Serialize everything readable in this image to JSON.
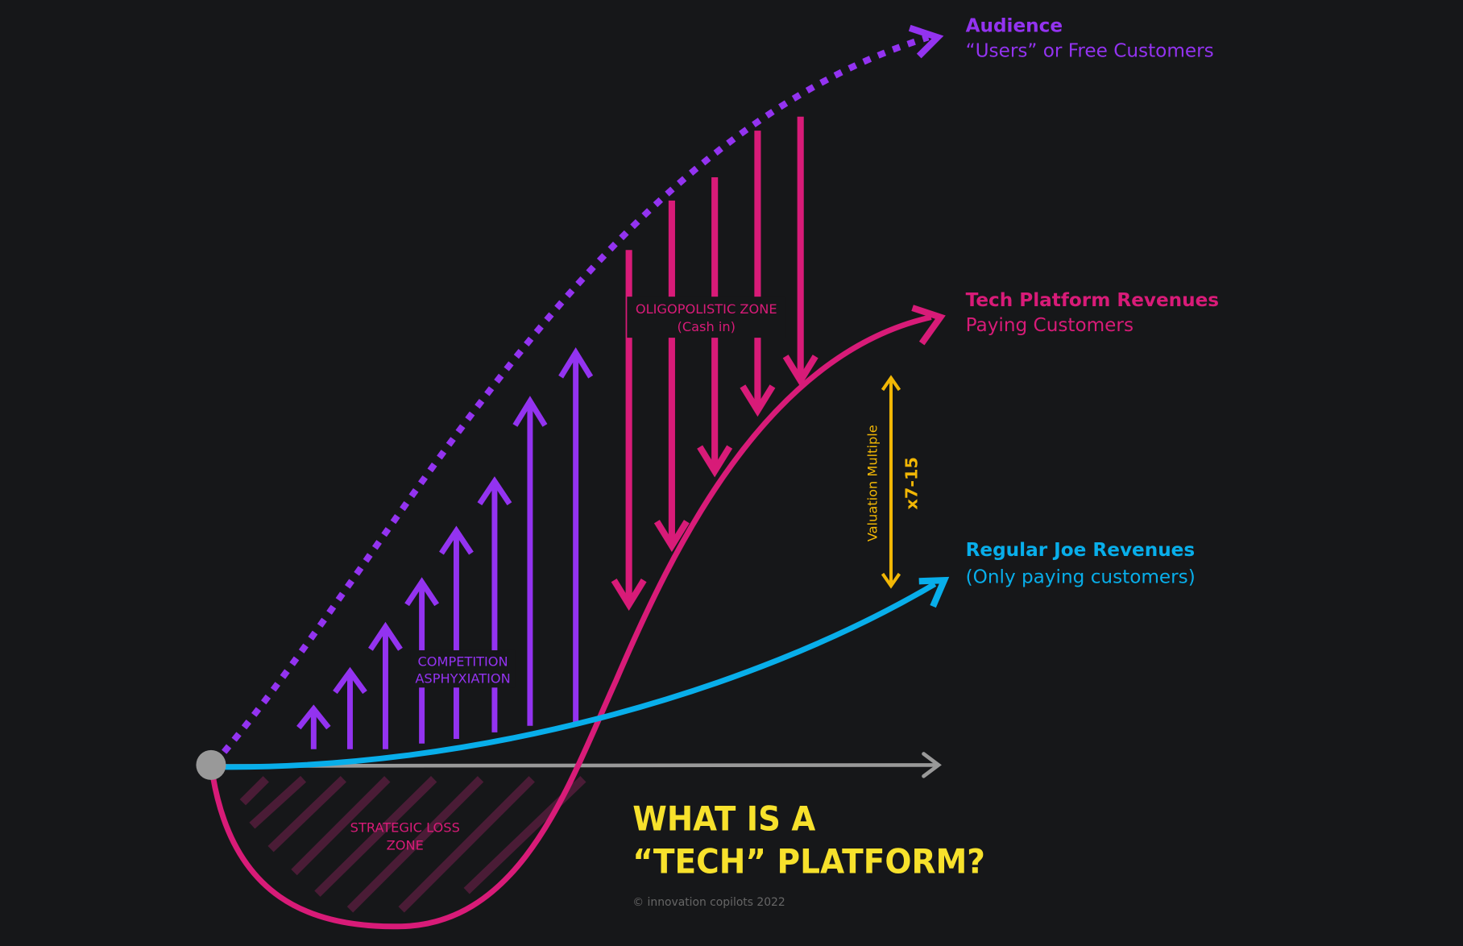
{
  "colors": {
    "background": "#161719",
    "audience": "#9333f0",
    "tech": "#d81b78",
    "regular": "#08aeea",
    "valuation": "#f2b705",
    "title": "#f7e12c",
    "axis": "#999999",
    "hatch": "#4a1c36"
  },
  "audience": {
    "title": "Audience",
    "subtitle": "“Users” or Free Customers"
  },
  "tech": {
    "title": "Tech Platform Revenues",
    "subtitle": "Paying Customers"
  },
  "regular": {
    "title": "Regular Joe Revenues",
    "subtitle": "(Only paying customers)"
  },
  "valuation": {
    "label": "Valuation Multiple",
    "value": "x7-15"
  },
  "zones": {
    "oligopolistic_line1": "OLIGOPOLISTIC ZONE",
    "oligopolistic_line2": "(Cash in)",
    "competition_line1": "COMPETITION",
    "competition_line2": "ASPHYXIATION",
    "loss_line1": "STRATEGIC LOSS",
    "loss_line2": "ZONE"
  },
  "headline": {
    "line1": "WHAT IS A",
    "line2": "“TECH” PLATFORM?"
  },
  "copyright": "© innovation copilots 2022"
}
